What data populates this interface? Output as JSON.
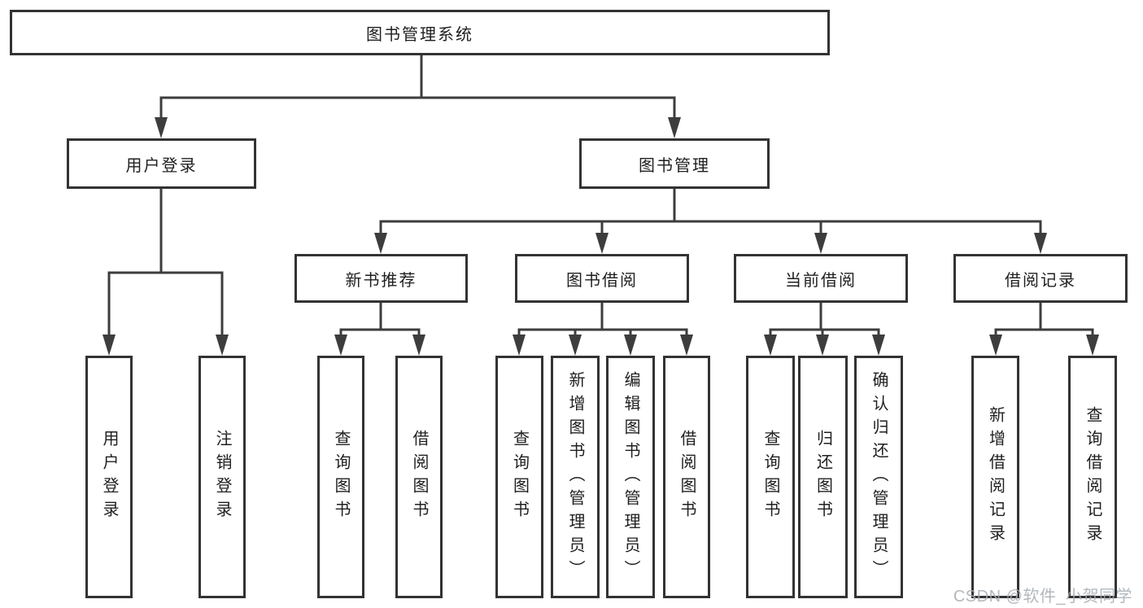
{
  "diagram": {
    "root": {
      "label": "图书管理系统"
    },
    "user_login": {
      "label": "用户登录",
      "children": {
        "login": {
          "label": "用户登录"
        },
        "logout": {
          "label": "注销登录"
        }
      }
    },
    "book_management": {
      "label": "图书管理",
      "children": {
        "new_book_recommend": {
          "label": "新书推荐",
          "children": {
            "query_book": {
              "label": "查询图书"
            },
            "borrow_book": {
              "label": "借阅图书"
            }
          }
        },
        "book_borrow": {
          "label": "图书借阅",
          "children": {
            "query_book": {
              "label": "查询图书"
            },
            "add_book": {
              "label": "新增图书（管理员）"
            },
            "edit_book": {
              "label": "编辑图书（管理员）"
            },
            "borrow_book": {
              "label": "借阅图书"
            }
          }
        },
        "current_borrow": {
          "label": "当前借阅",
          "children": {
            "query_book": {
              "label": "查询图书"
            },
            "return_book": {
              "label": "归还图书"
            },
            "confirm_return": {
              "label": "确认归还（管理员）"
            }
          }
        },
        "borrow_record": {
          "label": "借阅记录",
          "children": {
            "add_record": {
              "label": "新增借阅记录"
            },
            "query_record": {
              "label": "查询借阅记录"
            }
          }
        }
      }
    }
  },
  "watermark": {
    "text": "CSDN @软件_小贺同学",
    "color": "#a6abb2"
  },
  "colors": {
    "line": "#3d3d3d",
    "border": "#333333",
    "text": "#1f1f1f",
    "background": "#ffffff"
  }
}
